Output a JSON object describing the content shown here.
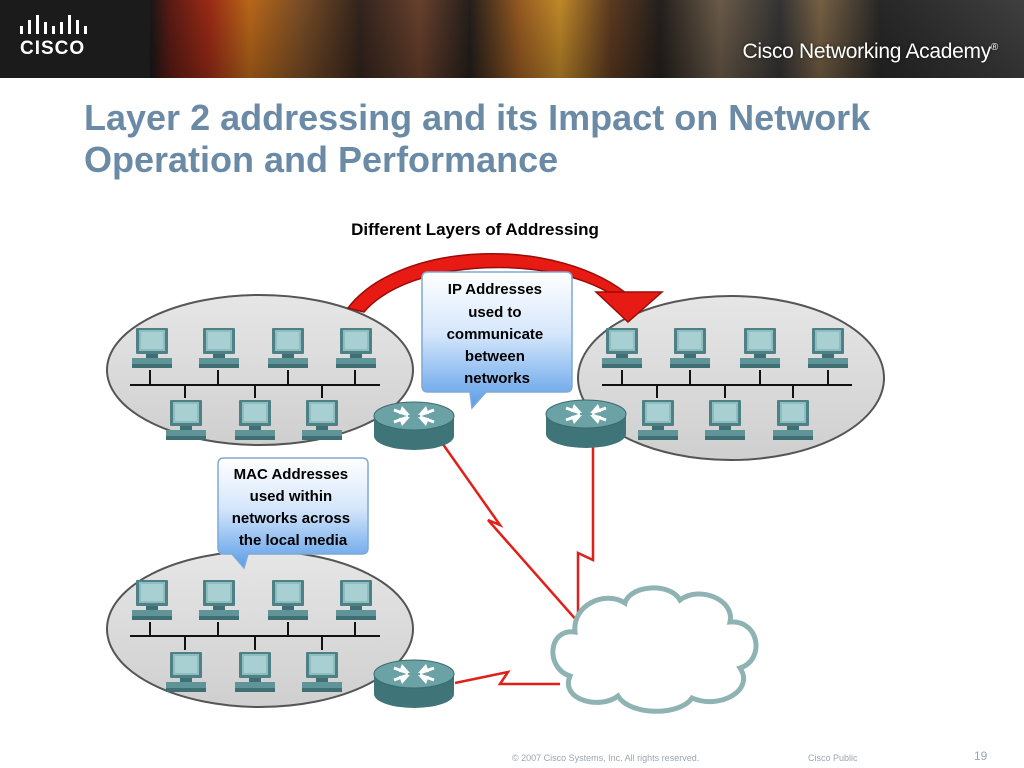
{
  "header": {
    "logo_text": "CISCO",
    "academy_label": "Cisco Networking Academy",
    "trademark": "®"
  },
  "slide": {
    "title_line1": "Layer 2 addressing and its Impact on Network",
    "title_line2": "Operation and Performance"
  },
  "diagram": {
    "heading": "Different Layers of Addressing",
    "ip_callout": [
      "IP Addresses",
      "used to",
      "communicate",
      "between",
      "networks"
    ],
    "mac_callout": [
      "MAC Addresses",
      "used within",
      "networks across",
      "the local media"
    ],
    "colors": {
      "link_red": "#e0201a",
      "arrow_red": "#e81a14",
      "callout_blue": "#5a9de8",
      "router_teal": "#4f8a8f",
      "pc_teal": "#6aa2a6",
      "cloud_stroke": "#8fb3b3",
      "ellipse_fill": "#d9d9d9",
      "title_blue": "#6b8aa6"
    },
    "icons": [
      "pc-icon",
      "router-icon",
      "cloud-icon",
      "arrow-icon"
    ]
  },
  "footer": {
    "copyright": "© 2007 Cisco Systems, Inc. All rights reserved.",
    "classification": "Cisco Public",
    "page_number": "19"
  }
}
